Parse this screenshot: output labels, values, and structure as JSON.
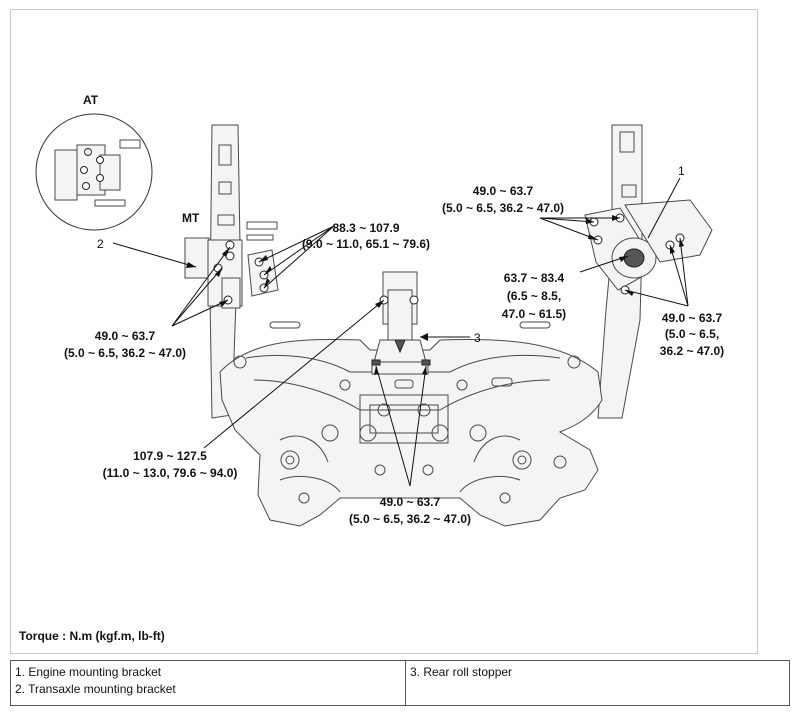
{
  "labels": {
    "at": "AT",
    "mt": "MT",
    "callout_1": "1",
    "callout_2": "2",
    "callout_3": "3",
    "torque_top_mid_1": "88.3 ~ 107.9",
    "torque_top_mid_2": "(9.0 ~ 11.0, 65.1 ~ 79.6)",
    "torque_top_right_1": "49.0 ~ 63.7",
    "torque_top_right_2": "(5.0 ~ 6.5, 36.2 ~ 47.0)",
    "torque_center_right_1": "63.7 ~ 83.4",
    "torque_center_right_2": "(6.5 ~ 8.5,",
    "torque_center_right_3": "47.0 ~ 61.5)",
    "torque_far_right_1": "49.0 ~ 63.7",
    "torque_far_right_2": "(5.0 ~ 6.5,",
    "torque_far_right_3": "36.2 ~ 47.0)",
    "torque_left_1": "49.0 ~ 63.7",
    "torque_left_2": "(5.0 ~ 6.5, 36.2 ~ 47.0)",
    "torque_lower_left_1": "107.9 ~ 127.5",
    "torque_lower_left_2": "(11.0 ~ 13.0, 79.6 ~ 94.0)",
    "torque_bottom_1": "49.0 ~ 63.7",
    "torque_bottom_2": "(5.0 ~ 6.5, 36.2 ~ 47.0)",
    "torque_unit": "Torque : N.m (kgf.m, lb-ft)"
  },
  "legend": {
    "item_1": "1. Engine mounting bracket",
    "item_2": "2. Transaxle mounting bracket",
    "item_3": "3. Rear roll stopper"
  }
}
